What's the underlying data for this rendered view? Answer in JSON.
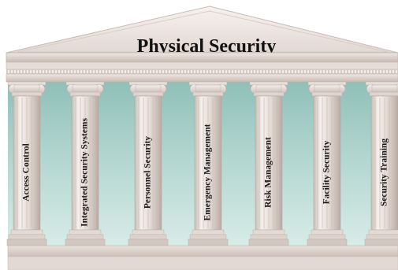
{
  "title": "Physical Security",
  "pillars": [
    {
      "label": "Access Control"
    },
    {
      "label": "Integrated Security Systems"
    },
    {
      "label": "Personnel Security"
    },
    {
      "label": "Emergency Management"
    },
    {
      "label": "Risk Management"
    },
    {
      "label": "Facility Security"
    },
    {
      "label": "Security Training"
    }
  ],
  "colors": {
    "backdrop": "#a9cfc8",
    "stone_light": "#f2ece8",
    "stone_mid": "#ddd2cc",
    "stone_dark": "#bfb2ab",
    "text": "#111111"
  }
}
